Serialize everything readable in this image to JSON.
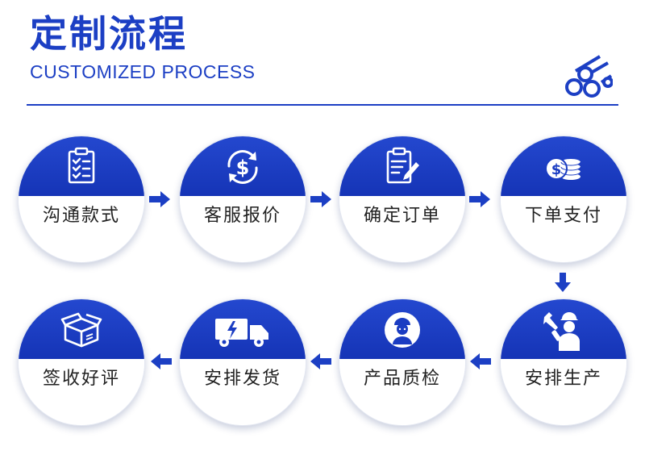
{
  "header": {
    "title": "定制流程",
    "subtitle": "CUSTOMIZED PROCESS",
    "logo_icon": "pipes-icon"
  },
  "colors": {
    "accent": "#1c3fc4",
    "step_top": "#1a3cc2",
    "text": "#222222"
  },
  "steps": [
    {
      "label": "沟通款式",
      "icon": "clipboard-checklist-icon"
    },
    {
      "label": "客服报价",
      "icon": "dollar-refresh-icon"
    },
    {
      "label": "确定订单",
      "icon": "clipboard-pen-icon"
    },
    {
      "label": "下单支付",
      "icon": "coins-icon"
    },
    {
      "label": "安排生产",
      "icon": "worker-wrench-icon"
    },
    {
      "label": "产品质检",
      "icon": "inspector-icon"
    },
    {
      "label": "安排发货",
      "icon": "delivery-truck-icon"
    },
    {
      "label": "签收好评",
      "icon": "open-box-icon"
    }
  ]
}
